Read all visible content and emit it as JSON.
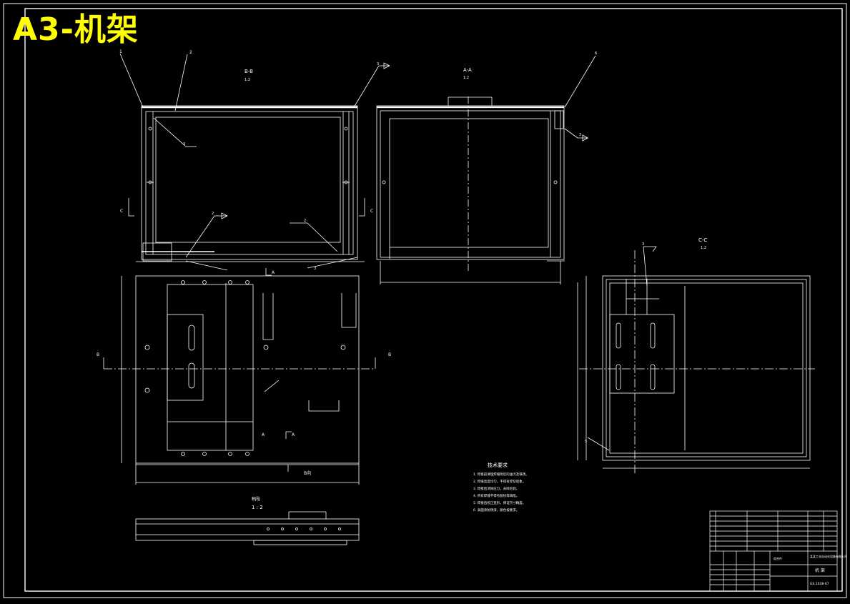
{
  "drawing": {
    "title": "A3-机架",
    "top_view_label": "B-B",
    "top_view_scale": "1:2",
    "front_view_label": "A-A",
    "front_view_scale": "1:2",
    "section_view_label": "C-C",
    "section_view_scale": "1:2",
    "detail_view_label": "B向",
    "detail_view_scale": "1 : 2",
    "section_markers": [
      "A",
      "A",
      "A",
      "B",
      "B",
      "C",
      "C"
    ],
    "part_balloons": [
      "1",
      "2",
      "3",
      "4",
      "5",
      "6"
    ],
    "weld_symbols": [
      "3",
      "3",
      "2",
      "2",
      "3",
      "3"
    ]
  },
  "tech_requirements": {
    "heading": "技术要求",
    "items": [
      "1. 焊接前清理焊缝附近的油污及铁锈。",
      "2. 焊缝高度均匀，不得有焊穿现象。",
      "3. 焊接后消除应力，去除毛刺。",
      "4. 所有焊缝不得有裂纹等缺陷。",
      "5. 焊接后校正变形，保证尺寸精度。",
      "6. 表面涂防锈漆，颜色按要求。"
    ]
  },
  "title_block": {
    "drawing_name": "机 架",
    "drawing_number": "GS.1038-07",
    "material": "组合件",
    "company": "某某工业自动化设备有限公司"
  }
}
